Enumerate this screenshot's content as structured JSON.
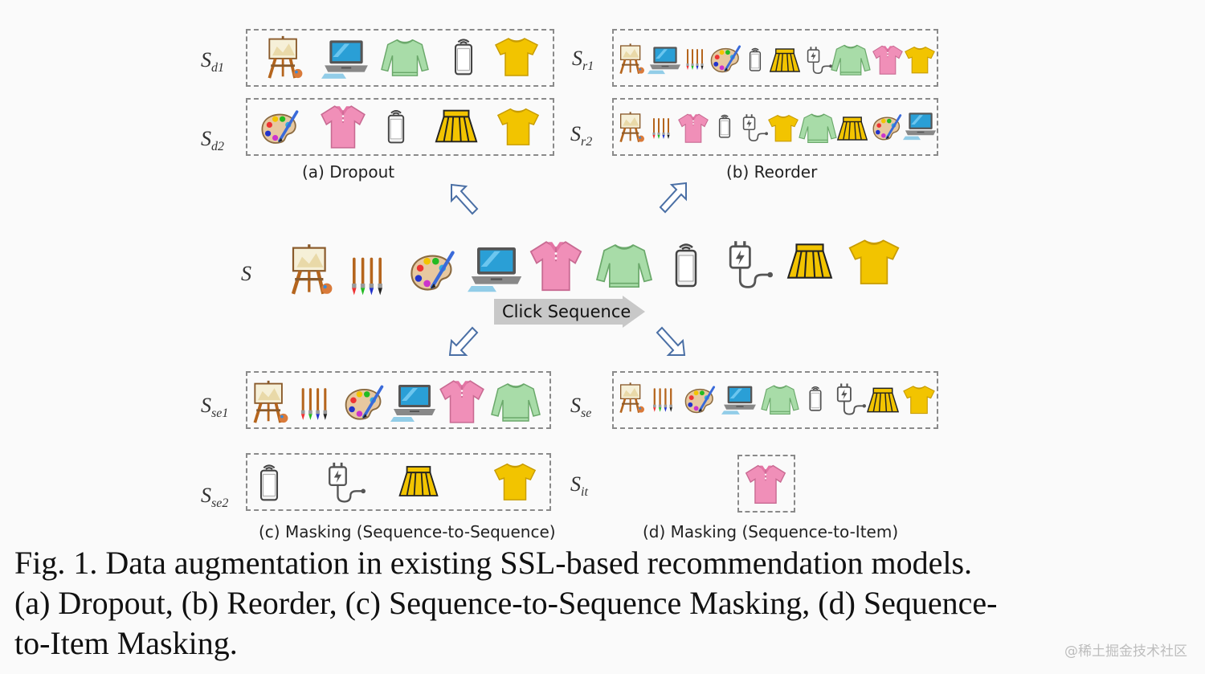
{
  "labels": {
    "s": "S",
    "sd1": {
      "base": "S",
      "sub": "d1"
    },
    "sd2": {
      "base": "S",
      "sub": "d2"
    },
    "sr1": {
      "base": "S",
      "sub": "r1"
    },
    "sr2": {
      "base": "S",
      "sub": "r2"
    },
    "sse1": {
      "base": "S",
      "sub": "se1"
    },
    "sse2": {
      "base": "S",
      "sub": "se2"
    },
    "sse": {
      "base": "S",
      "sub": "se"
    },
    "sit": {
      "base": "S",
      "sub": "it"
    }
  },
  "sublabels": {
    "dropout": "(a) Dropout",
    "reorder": "(b) Reorder",
    "masking_s2s": "(c) Masking (Sequence-to-Sequence)",
    "masking_s2i": "(d) Masking (Sequence-to-Item)"
  },
  "click_sequence": "Click Sequence",
  "caption": {
    "line1": "Fig. 1.  Data augmentation in existing SSL-based recommendation models.",
    "line2": "(a) Dropout, (b) Reorder, (c) Sequence-to-Sequence Masking, (d) Sequence-",
    "line3": "to-Item Masking."
  },
  "watermark": "@稀土掘金技术社区",
  "icons": [
    "easel-icon",
    "brushes-icon",
    "palette-icon",
    "laptop-icon",
    "polo-shirt-icon",
    "sweater-icon",
    "phone-icon",
    "charger-icon",
    "skirt-icon",
    "tshirt-icon"
  ],
  "colors": {
    "pink": "#f08fb8",
    "green": "#a8dca8",
    "yellow": "#f2c400",
    "laptop": "#2a9fd6",
    "wood": "#b5651d",
    "arrow": "#4a6fa5"
  }
}
